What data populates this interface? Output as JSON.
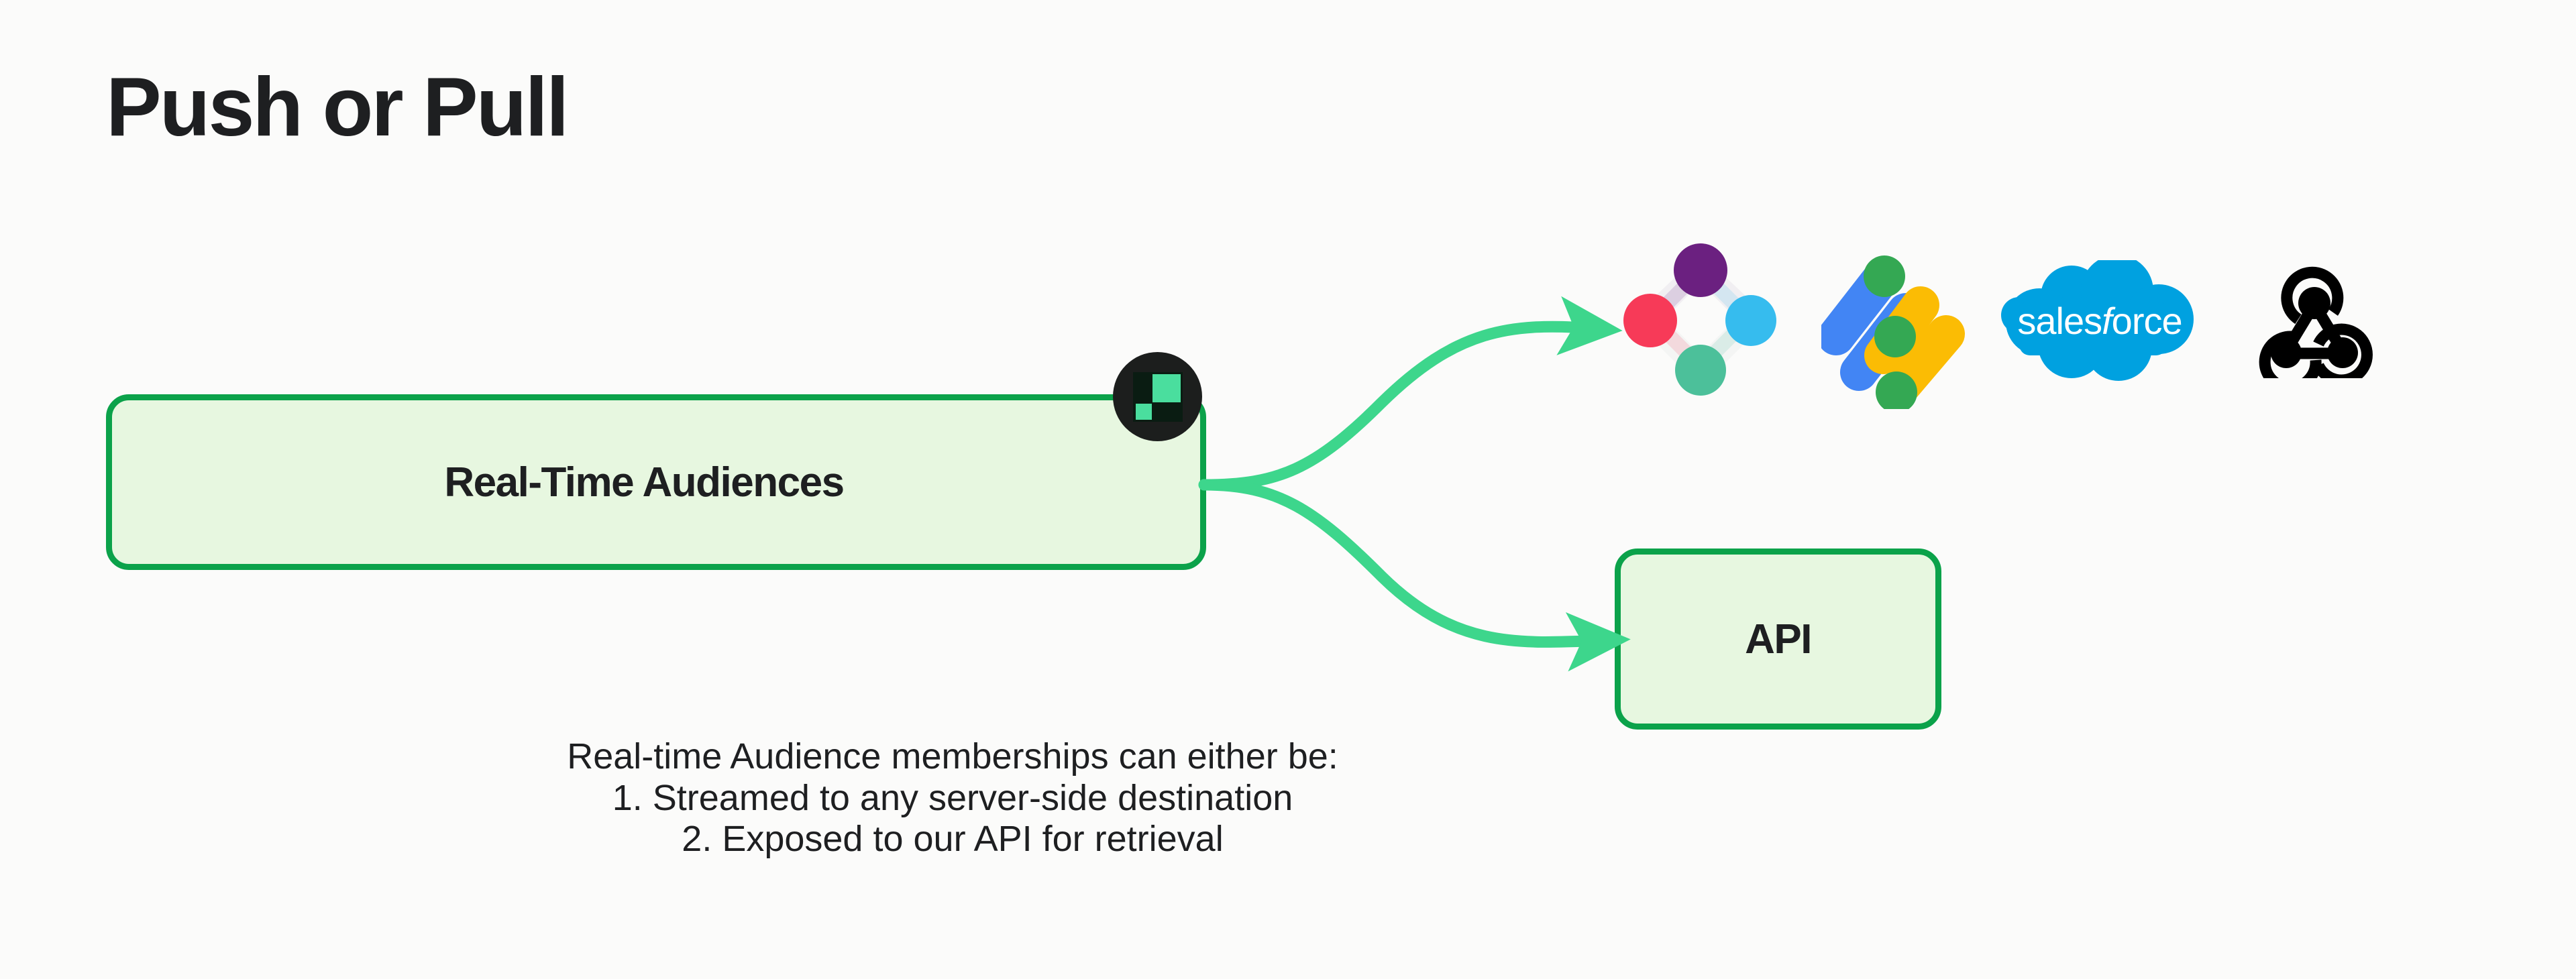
{
  "page": {
    "title": "Push or Pull",
    "background_color": "#FBFBFA"
  },
  "diagram": {
    "source_box": {
      "label": "Real-Time Audiences",
      "fill_color": "#E7F7E0",
      "border_color": "#0BA24A",
      "badge_icon": "amplitude-logo-icon"
    },
    "api_box": {
      "label": "API",
      "fill_color": "#E7F7E0",
      "border_color": "#0BA24A"
    },
    "connector_color": "#3DD68C",
    "connectors": [
      {
        "name": "push-branch",
        "from": "source_box",
        "to": "destinations"
      },
      {
        "name": "pull-branch",
        "from": "source_box",
        "to": "api_box"
      }
    ],
    "destinations": [
      {
        "name": "segment",
        "icon": "segment-logo-icon",
        "colors": {
          "top": "#6B2080",
          "left": "#F73A58",
          "right": "#36BCEE",
          "bottom": "#4CC09A"
        }
      },
      {
        "name": "google-ads",
        "icon": "google-ads-logo-icon",
        "colors": {
          "blue": "#4285F4",
          "yellow": "#FBBC04",
          "green": "#34A853"
        }
      },
      {
        "name": "salesforce",
        "icon": "salesforce-logo-icon",
        "wordmark_prefix": "sales",
        "wordmark_italic": "f",
        "wordmark_suffix": "orce",
        "color": "#00A1E0"
      },
      {
        "name": "webhook",
        "icon": "webhook-logo-icon",
        "color": "#000000"
      }
    ]
  },
  "caption": {
    "heading": "Real-time Audience memberships can either be:",
    "items": [
      "1. Streamed to any server-side destination",
      "2. Exposed to our API for retrieval"
    ]
  }
}
